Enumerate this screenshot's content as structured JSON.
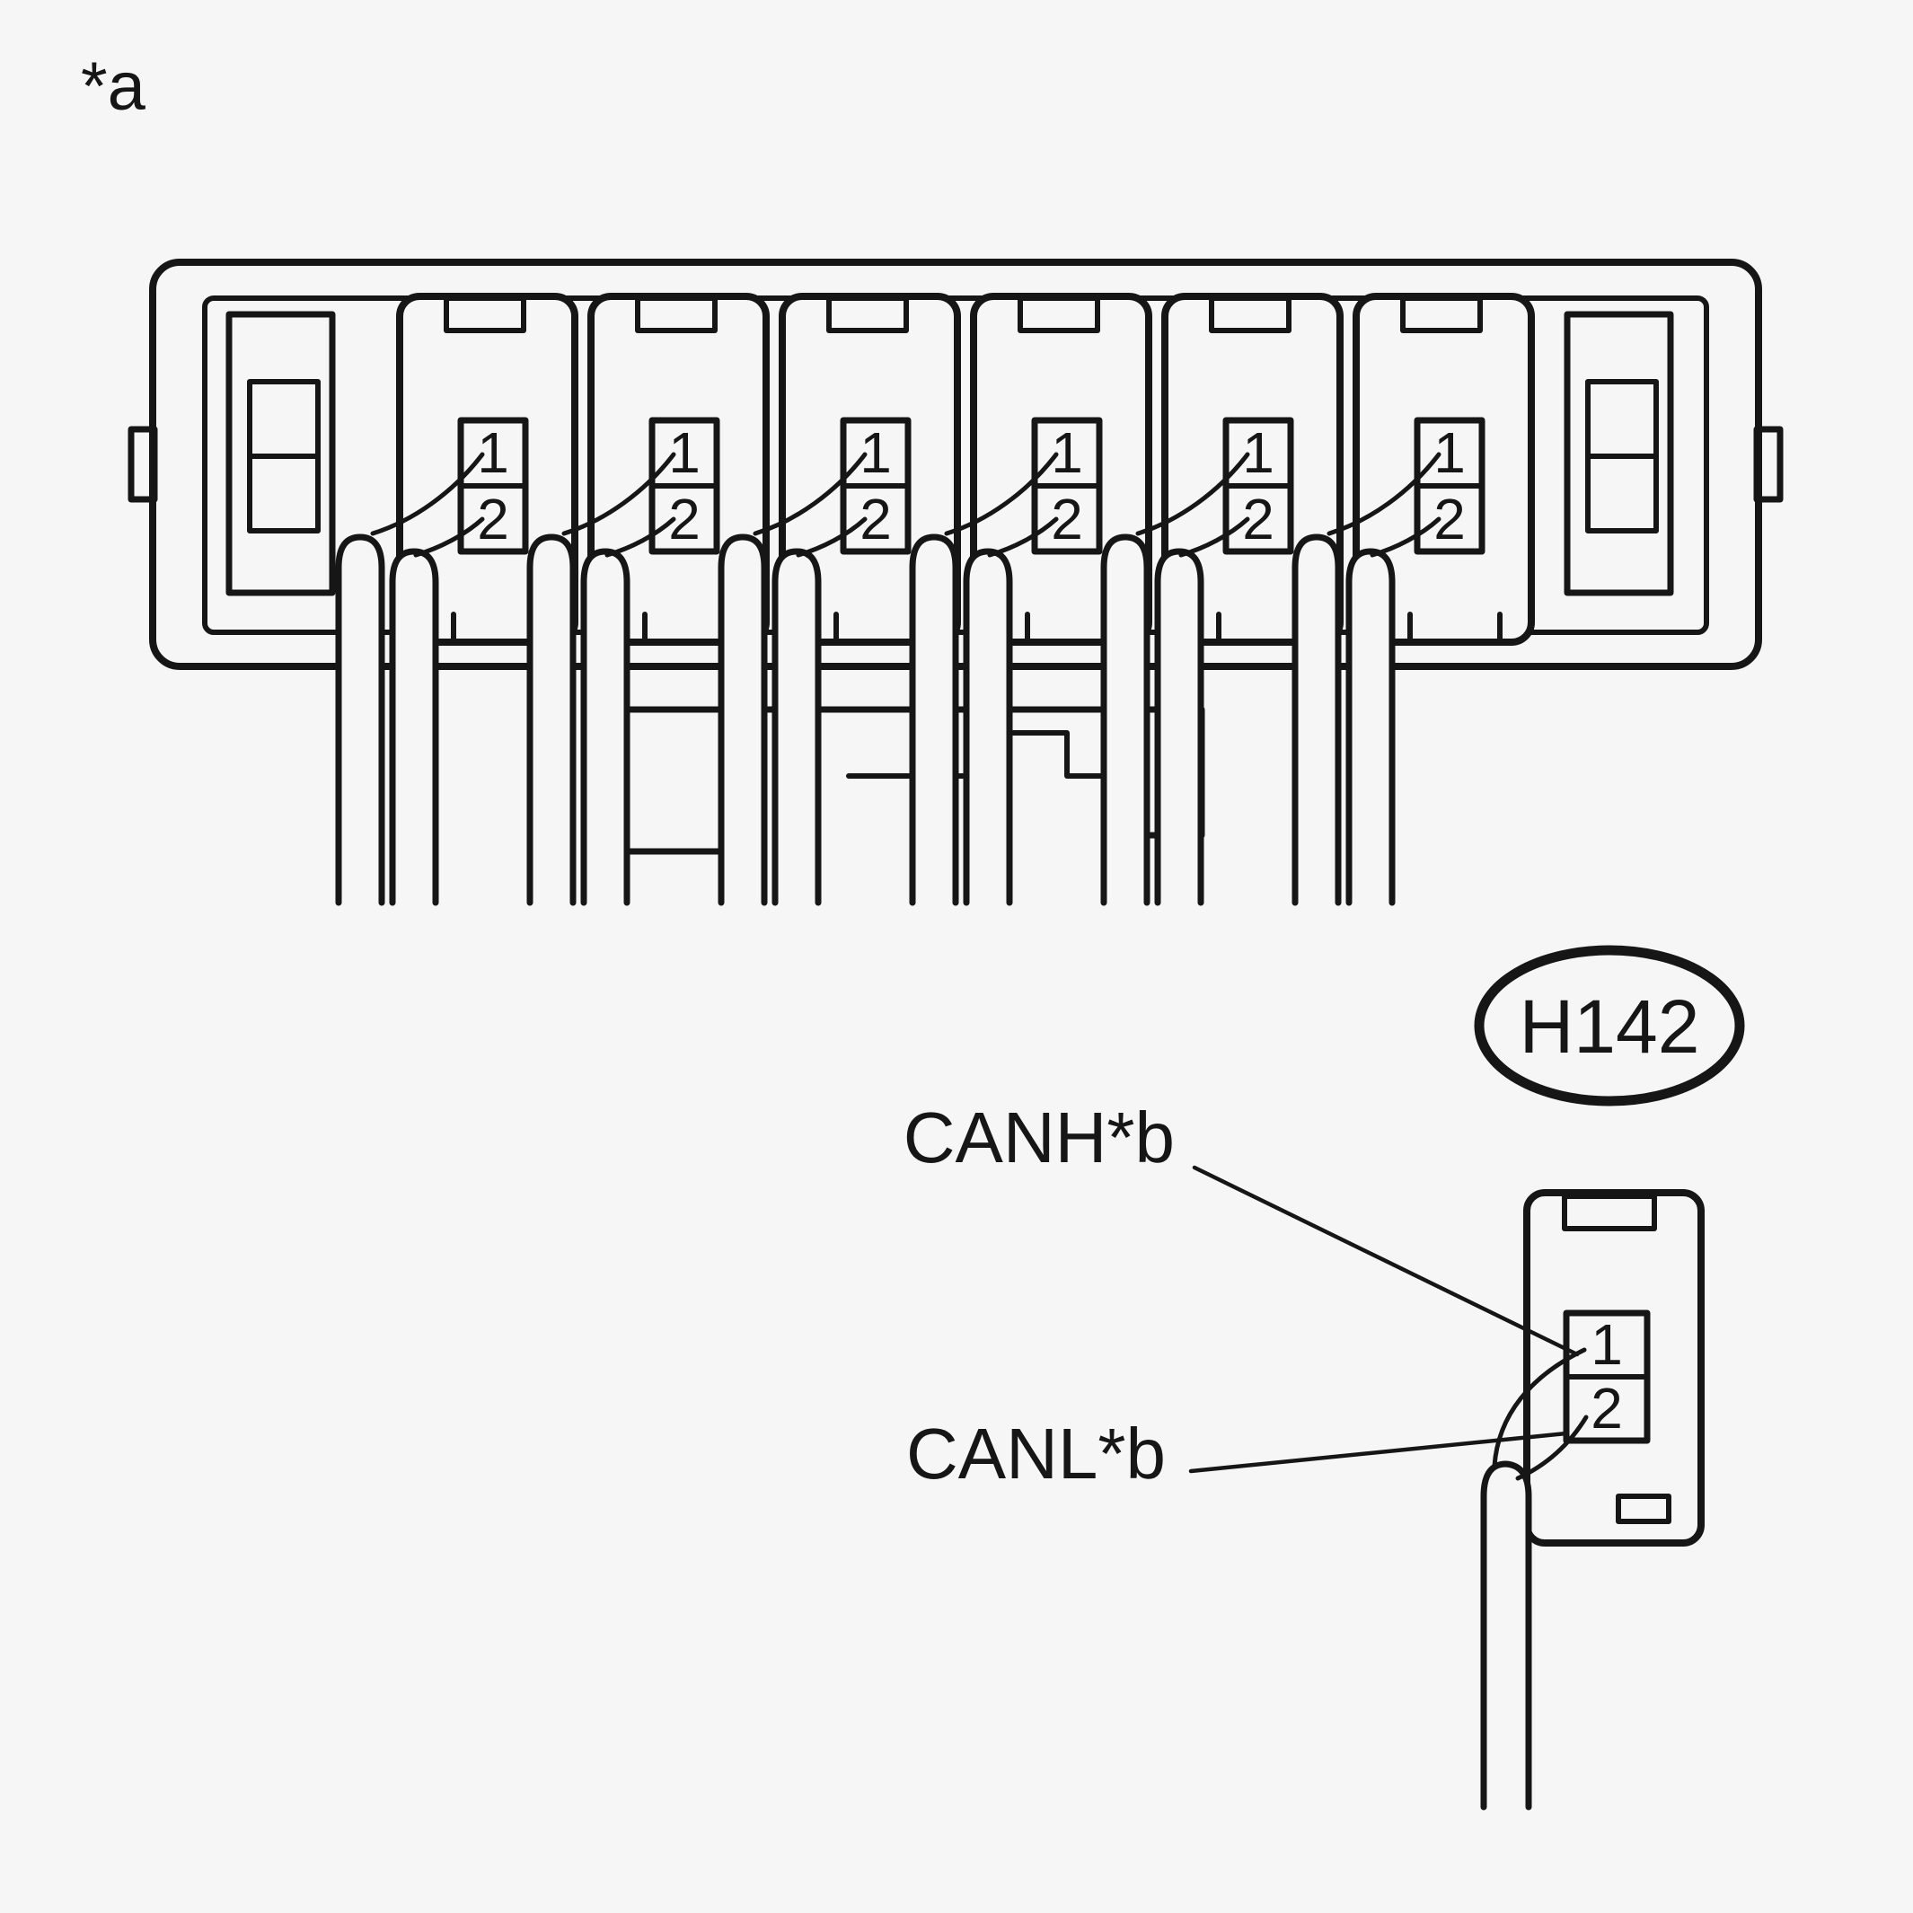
{
  "colors": {
    "background": "#f6f6f6",
    "line": "#161616"
  },
  "annotation": {
    "view_label": "*a"
  },
  "junction_connector": {
    "slots": [
      {
        "pin1": "1",
        "pin2": "2"
      },
      {
        "pin1": "1",
        "pin2": "2"
      },
      {
        "pin1": "1",
        "pin2": "2"
      },
      {
        "pin1": "1",
        "pin2": "2"
      },
      {
        "pin1": "1",
        "pin2": "2"
      },
      {
        "pin1": "1",
        "pin2": "2"
      }
    ]
  },
  "connector_h142": {
    "id_label": "H142",
    "pins": {
      "pin1": "1",
      "pin2": "2"
    },
    "signal_labels": {
      "canh": "CANH*b",
      "canl": "CANL*b"
    }
  }
}
